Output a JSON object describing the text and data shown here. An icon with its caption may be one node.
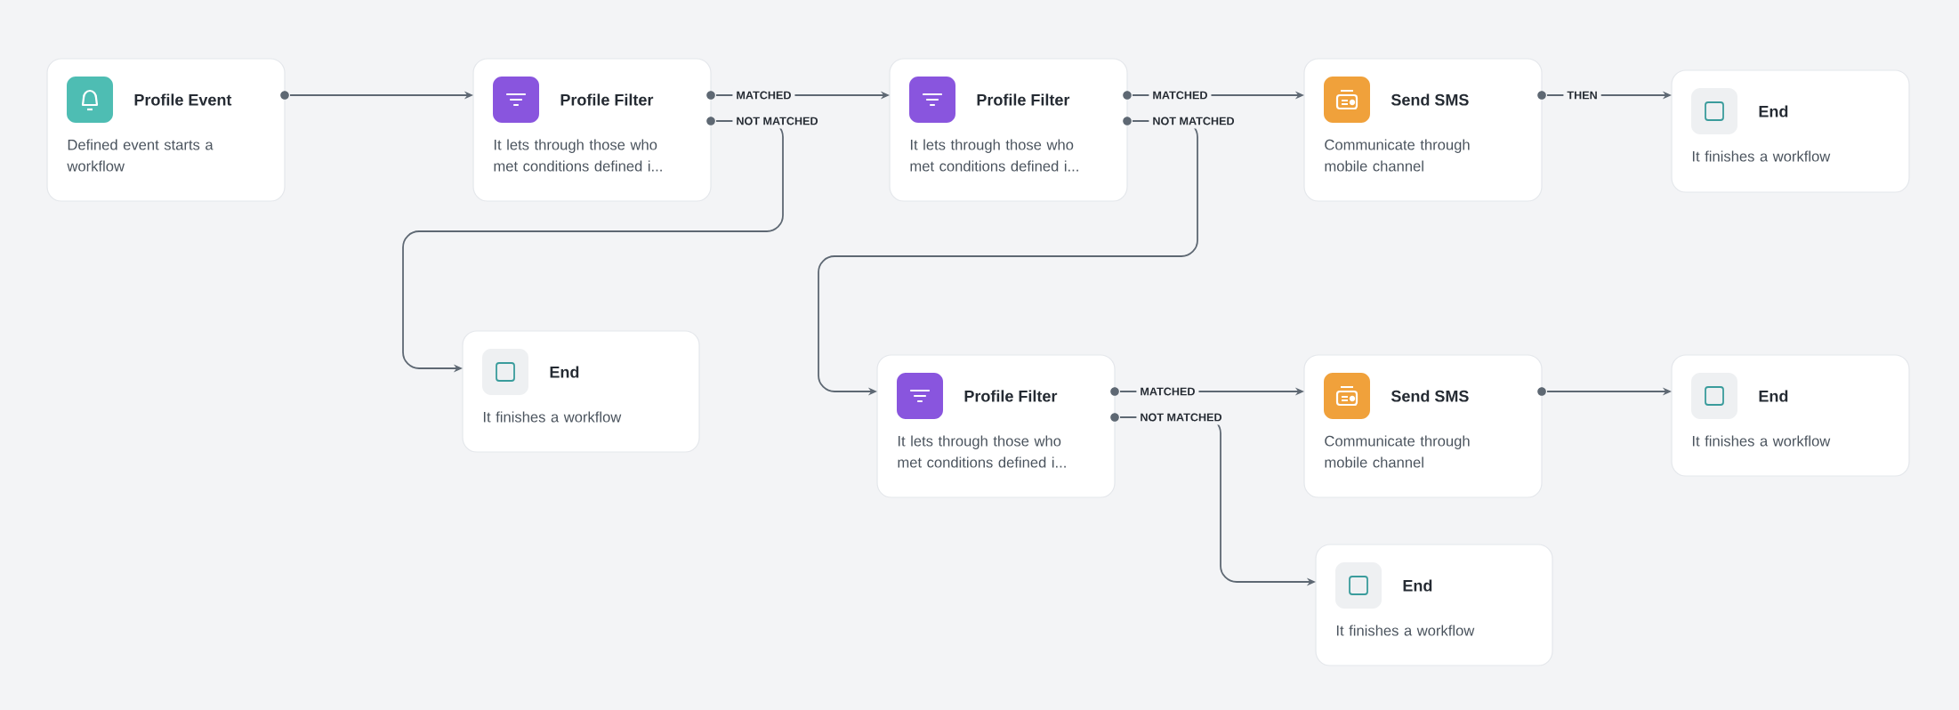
{
  "diagram": {
    "nodes": [
      {
        "text": [
          "Profile Event",
          "Defined event starts a workflow"
        ]
      },
      {
        "text": [
          "Profile Filter",
          "It lets through those who met conditions defined i..."
        ]
      },
      {
        "text": [
          "Profile Filter",
          "It lets through those who met conditions defined i..."
        ]
      },
      {
        "text": [
          "Send SMS",
          "Communicate through mobile channel"
        ]
      },
      {
        "text": [
          "End",
          "It finishes a workflow"
        ]
      },
      {
        "text": [
          "End",
          "It finishes a workflow"
        ]
      },
      {
        "text": [
          "Profile Filter",
          "It lets through those who met conditions defined i..."
        ]
      },
      {
        "text": [
          "Send SMS",
          "Communicate through mobile channel"
        ]
      },
      {
        "text": [
          "End",
          "It finishes a workflow"
        ]
      },
      {
        "text": [
          "End",
          "It finishes a workflow"
        ]
      }
    ],
    "edges": [
      {
        "from": 0,
        "to": 1,
        "arrow": "to"
      },
      {
        "from": 1,
        "to": 2,
        "arrow": "to",
        "label": "MATCHED"
      },
      {
        "from": 1,
        "to": 5,
        "arrow": "to",
        "label": "NOT MATCHED"
      },
      {
        "from": 2,
        "to": 3,
        "arrow": "to",
        "label": "MATCHED"
      },
      {
        "from": 2,
        "to": 6,
        "arrow": "to",
        "label": "NOT MATCHED"
      },
      {
        "from": 3,
        "to": 4,
        "arrow": "to",
        "label": "THEN"
      },
      {
        "from": 6,
        "to": 7,
        "arrow": "to",
        "label": "MATCHED"
      },
      {
        "from": 6,
        "to": 9,
        "arrow": "to",
        "label": "NOT MATCHED"
      },
      {
        "from": 7,
        "to": 8,
        "arrow": "to"
      }
    ]
  }
}
